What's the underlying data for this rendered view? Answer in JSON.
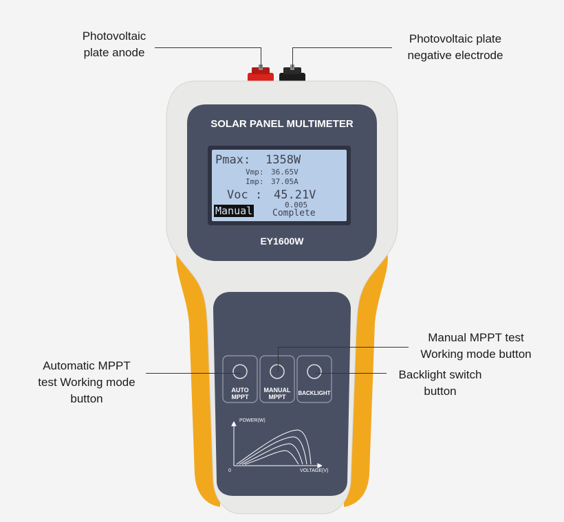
{
  "callouts": {
    "anode": [
      "Photovoltaic",
      "plate anode"
    ],
    "negative": [
      "Photovoltaic plate",
      "negative electrode"
    ],
    "auto": [
      "Automatic MPPT",
      "test Working mode",
      "button"
    ],
    "manual": [
      "Manual MPPT test",
      "Working mode button"
    ],
    "backlight": [
      "Backlight switch",
      "button"
    ]
  },
  "device": {
    "title": "SOLAR PANEL MULTIMETER",
    "model": "EY1600W",
    "terminal_colors": {
      "anode": "#d9231c",
      "negative": "#1c1c1c"
    },
    "body_color": "#e9e9e7",
    "grip_color": "#f2a81d",
    "panel_color": "#4a5064"
  },
  "lcd": {
    "pmax_label": "Pmax:",
    "pmax_value": "1358W",
    "vmp_label": "Vmp:",
    "vmp_value": "36.65V",
    "imp_label": "Imp:",
    "imp_value": "37.05A",
    "voc_label": "Voc :",
    "voc_value": "45.21V",
    "mode": "Manual",
    "step": "0.005",
    "status": "Complete",
    "background": "#b8cde8"
  },
  "buttons": {
    "auto": [
      "AUTO",
      "MPPT"
    ],
    "manual": [
      "MANUAL",
      "MPPT"
    ],
    "backlight": "BACKLIGHT"
  },
  "graph": {
    "y_label": "POWER(W)",
    "x_label": "VOLTAGE(V)",
    "origin": "0"
  }
}
